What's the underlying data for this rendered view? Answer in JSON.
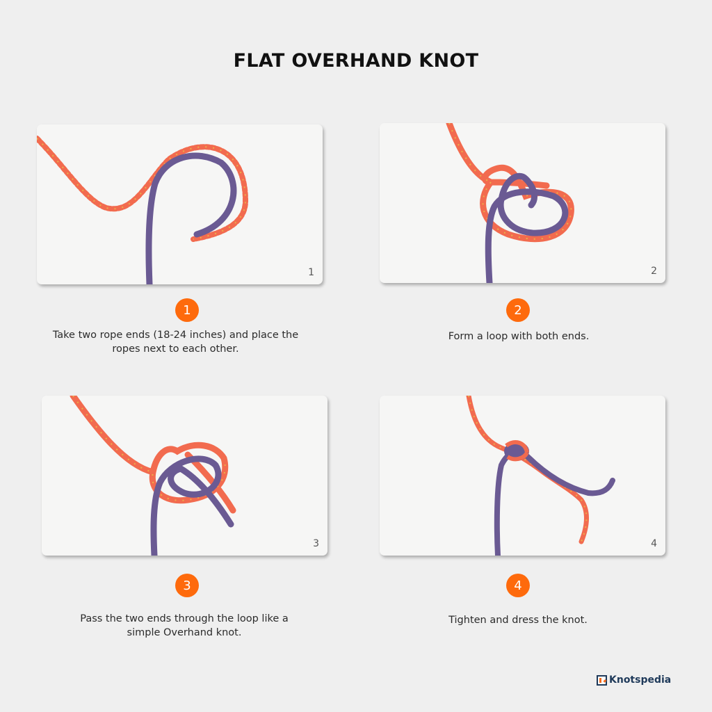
{
  "title": "FLAT OVERHAND KNOT",
  "colors": {
    "background": "#efefef",
    "accent": "#fe6a0c",
    "rope_orange": "#f26b4f",
    "rope_purple": "#6a5a93",
    "brand_navy": "#1f3a5a"
  },
  "steps": [
    {
      "number": "1",
      "panel_label": "1",
      "text": "Take two rope ends (18-24 inches) and place the ropes next to each other."
    },
    {
      "number": "2",
      "panel_label": "2",
      "text": "Form a loop with both ends."
    },
    {
      "number": "3",
      "panel_label": "3",
      "text": "Pass the two ends through the loop like a simple Overhand knot."
    },
    {
      "number": "4",
      "panel_label": "4",
      "text": "Tighten and dress the knot."
    }
  ],
  "logo": {
    "name": "Knotspedia"
  }
}
